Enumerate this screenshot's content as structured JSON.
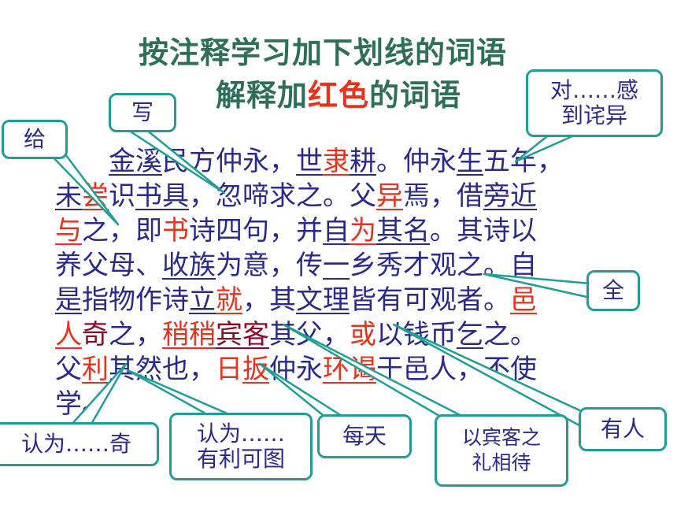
{
  "title": {
    "line1": "按注释学习加下划线的词语",
    "line2_prefix": "解释加",
    "line2_red": "红色",
    "line2_suffix": "的词语"
  },
  "passage": {
    "line1": [
      {
        "t": "　　",
        "c": "n",
        "u": false
      },
      {
        "t": "金溪",
        "c": "n",
        "u": true
      },
      {
        "t": "民方仲永，",
        "c": "n",
        "u": false
      },
      {
        "t": "世",
        "c": "n",
        "u": true
      },
      {
        "t": "隶",
        "c": "r",
        "u": true
      },
      {
        "t": "耕",
        "c": "n",
        "u": true
      },
      {
        "t": "。仲永",
        "c": "n",
        "u": false
      },
      {
        "t": "生",
        "c": "n",
        "u": true
      },
      {
        "t": "五年，",
        "c": "n",
        "u": false
      }
    ],
    "line2": [
      {
        "t": "未",
        "c": "n",
        "u": true
      },
      {
        "t": "尝",
        "c": "r",
        "u": true
      },
      {
        "t": "识",
        "c": "n",
        "u": false
      },
      {
        "t": "书具",
        "c": "n",
        "u": true
      },
      {
        "t": "，忽啼求之。父",
        "c": "n",
        "u": false
      },
      {
        "t": "异",
        "c": "r",
        "u": true
      },
      {
        "t": "焉，借",
        "c": "n",
        "u": false
      },
      {
        "t": "旁近",
        "c": "n",
        "u": true
      }
    ],
    "line3": [
      {
        "t": "与",
        "c": "r",
        "u": true
      },
      {
        "t": "之，即",
        "c": "n",
        "u": false
      },
      {
        "t": "书",
        "c": "r",
        "u": false
      },
      {
        "t": "诗四句，并",
        "c": "n",
        "u": false
      },
      {
        "t": "自",
        "c": "n",
        "u": true
      },
      {
        "t": "为",
        "c": "r",
        "u": true
      },
      {
        "t": "其名",
        "c": "n",
        "u": true
      },
      {
        "t": "。其诗以",
        "c": "n",
        "u": false
      }
    ],
    "line4": [
      {
        "t": "养父母、",
        "c": "n",
        "u": false
      },
      {
        "t": "收族",
        "c": "n",
        "u": true
      },
      {
        "t": "为意，传",
        "c": "n",
        "u": false
      },
      {
        "t": "一",
        "c": "n",
        "u": true
      },
      {
        "t": "乡秀才观之。",
        "c": "n",
        "u": false
      },
      {
        "t": "自",
        "c": "n",
        "u": true
      }
    ],
    "line5": [
      {
        "t": "是",
        "c": "n",
        "u": true
      },
      {
        "t": "指物作诗",
        "c": "n",
        "u": false
      },
      {
        "t": "立",
        "c": "n",
        "u": true
      },
      {
        "t": "就",
        "c": "r",
        "u": true
      },
      {
        "t": "，其",
        "c": "n",
        "u": false
      },
      {
        "t": "文理",
        "c": "n",
        "u": true
      },
      {
        "t": "皆有可观者。",
        "c": "n",
        "u": false
      },
      {
        "t": "邑",
        "c": "r",
        "u": true
      }
    ],
    "line6": [
      {
        "t": "人",
        "c": "r",
        "u": true
      },
      {
        "t": "奇",
        "c": "d",
        "u": false
      },
      {
        "t": "之，",
        "c": "n",
        "u": false
      },
      {
        "t": "稍稍",
        "c": "r",
        "u": true
      },
      {
        "t": "宾客",
        "c": "d",
        "u": true
      },
      {
        "t": "其父，",
        "c": "n",
        "u": false
      },
      {
        "t": "或",
        "c": "r",
        "u": false
      },
      {
        "t": "以钱币",
        "c": "n",
        "u": false
      },
      {
        "t": "乞",
        "c": "n",
        "u": true
      },
      {
        "t": "之。",
        "c": "n",
        "u": false
      }
    ],
    "line7": [
      {
        "t": "父",
        "c": "n",
        "u": false
      },
      {
        "t": "利",
        "c": "r",
        "u": true
      },
      {
        "t": "其然",
        "c": "n",
        "u": false
      },
      {
        "t": "也，",
        "c": "n",
        "u": false
      },
      {
        "t": "日",
        "c": "r",
        "u": false
      },
      {
        "t": "扳",
        "c": "r",
        "u": true
      },
      {
        "t": "仲永",
        "c": "n",
        "u": false
      },
      {
        "t": "环谒",
        "c": "r",
        "u": true
      },
      {
        "t": "于邑人，不使",
        "c": "n",
        "u": false
      }
    ],
    "line8": [
      {
        "t": "学。",
        "c": "n",
        "u": false
      }
    ]
  },
  "callouts": {
    "xie": "写",
    "gei": "给",
    "dui_line1": "对……感",
    "dui_line2": "到诧异",
    "quan": "全",
    "renwei_qi": "认为……奇",
    "renwei_li_line1": "认为……",
    "renwei_li_line2": "有利可图",
    "meitian": "每天",
    "binke_line1": "以宾客之",
    "binke_line2": "礼相待",
    "youren": "有人"
  },
  "colors": {
    "title": "#2e6e5a",
    "accent_red": "#e8321b",
    "dark_red": "#8b0a2a",
    "text": "#2a2a8c",
    "callout_border": "#1f9e96"
  }
}
